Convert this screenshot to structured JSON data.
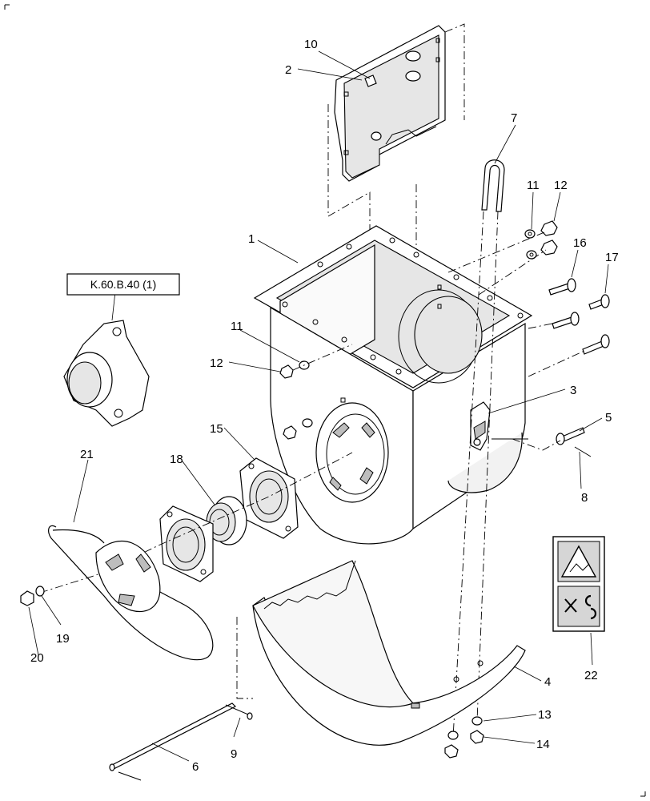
{
  "reference_box": "K.60.B.40 (1)",
  "callouts": [
    "1",
    "2",
    "3",
    "4",
    "5",
    "6",
    "7",
    "8",
    "9",
    "10",
    "11",
    "11",
    "12",
    "12",
    "13",
    "14",
    "15",
    "16",
    "17",
    "18",
    "19",
    "20",
    "21",
    "22"
  ]
}
